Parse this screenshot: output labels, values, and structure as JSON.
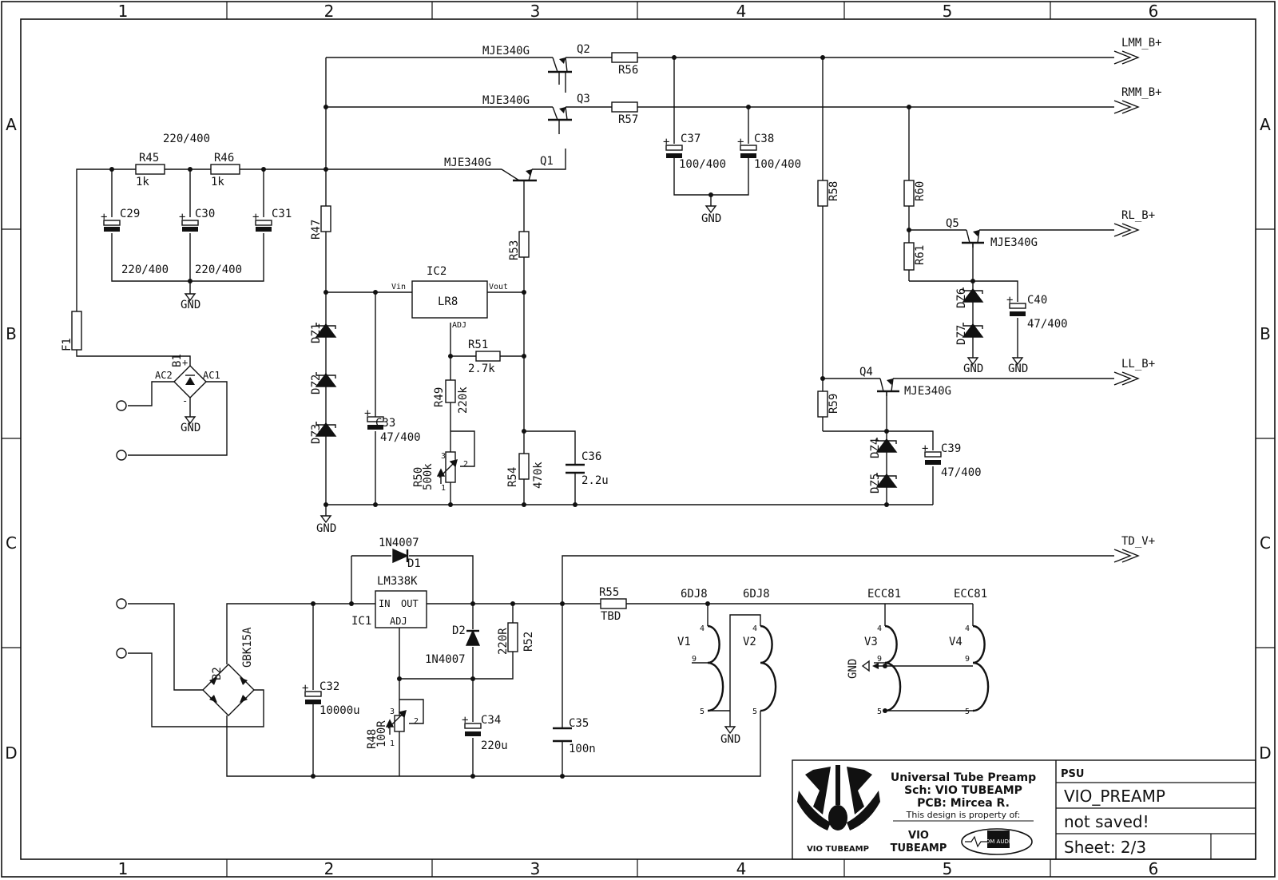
{
  "frame": {
    "columns": [
      "1",
      "2",
      "3",
      "4",
      "5",
      "6"
    ],
    "rows": [
      "A",
      "B",
      "C",
      "D"
    ]
  },
  "parts": {
    "r45": {
      "ref": "R45",
      "val": "1k"
    },
    "r46": {
      "ref": "R46",
      "val": "1k"
    },
    "r47": {
      "ref": "R47"
    },
    "r49": {
      "ref": "R49",
      "val": "220k"
    },
    "r50": {
      "ref": "R50",
      "val": "500k"
    },
    "r51": {
      "ref": "R51",
      "val": "2.7k"
    },
    "r53": {
      "ref": "R53"
    },
    "r54": {
      "ref": "R54",
      "val": "470k"
    },
    "r56": {
      "ref": "R56"
    },
    "r57": {
      "ref": "R57"
    },
    "r58": {
      "ref": "R58"
    },
    "r59": {
      "ref": "R59"
    },
    "r60": {
      "ref": "R60"
    },
    "r61": {
      "ref": "R61"
    },
    "r52": {
      "ref": "R52",
      "val": "220R"
    },
    "r55": {
      "ref": "R55",
      "val": "TBD"
    },
    "r48": {
      "ref": "R48",
      "val": "100R"
    },
    "c29": {
      "ref": "C29",
      "val": "220/400"
    },
    "c30": {
      "ref": "C30",
      "val": "220/400"
    },
    "c31": {
      "ref": "C31",
      "val": "220/400"
    },
    "c33": {
      "ref": "C33",
      "val": "47/400"
    },
    "c36": {
      "ref": "C36",
      "val": "2.2u"
    },
    "c37": {
      "ref": "C37",
      "val": "100/400"
    },
    "c38": {
      "ref": "C38",
      "val": "100/400"
    },
    "c39": {
      "ref": "C39",
      "val": "47/400"
    },
    "c40": {
      "ref": "C40",
      "val": "47/400"
    },
    "c32": {
      "ref": "C32",
      "val": "10000u"
    },
    "c34": {
      "ref": "C34",
      "val": "220u"
    },
    "c35": {
      "ref": "C35",
      "val": "100n"
    },
    "q1": {
      "ref": "Q1",
      "val": "MJE340G"
    },
    "q2": {
      "ref": "Q2",
      "val": "MJE340G"
    },
    "q3": {
      "ref": "Q3",
      "val": "MJE340G"
    },
    "q4": {
      "ref": "Q4",
      "val": "MJE340G"
    },
    "q5": {
      "ref": "Q5",
      "val": "MJE340G"
    },
    "ic2": {
      "ref": "IC2",
      "val": "LR8",
      "vin": "Vin",
      "vout": "Vout",
      "adj": "ADJ"
    },
    "ic1": {
      "ref": "IC1",
      "val": "LM338K",
      "in": "IN",
      "out": "OUT",
      "adj": "ADJ"
    },
    "dz": [
      "DZ1",
      "DZ2",
      "DZ3",
      "DZ4",
      "DZ5",
      "DZ6",
      "DZ7"
    ],
    "d1": {
      "ref": "D1",
      "val": "1N4007"
    },
    "d2": {
      "ref": "D2",
      "val": "1N4007"
    },
    "b1": {
      "ref": "B1",
      "ac1": "AC1",
      "ac2": "AC2",
      "plus": "+",
      "minus": "-"
    },
    "b2": {
      "ref": "B2",
      "val": "GBK15A"
    },
    "f1": {
      "ref": "F1"
    },
    "gnd": "GND",
    "tubes": [
      {
        "ref": "V1",
        "type": "6DJ8"
      },
      {
        "ref": "V2",
        "type": "6DJ8"
      },
      {
        "ref": "V3",
        "type": "ECC81"
      },
      {
        "ref": "V4",
        "type": "ECC81"
      }
    ],
    "heater_pins": {
      "top": "4",
      "mid": "9",
      "bot": "5"
    },
    "pot_pins": {
      "p1": "1",
      "p2": "2",
      "p3": "3"
    }
  },
  "nets": {
    "lmm": "LMM_B+",
    "rmm": "RMM_B+",
    "rl": "RL_B+",
    "ll": "LL_B+",
    "td": "TD_V+"
  },
  "title_block": {
    "line1": "Universal Tube Preamp",
    "line2": "Sch: VIO TUBEAMP",
    "line3": "PCB: Mircea R.",
    "line4": "This design is property of:",
    "owner1": "VIO",
    "owner2": "TUBEAMP",
    "logo_text": "VIO TUBEAMP",
    "kom_text": "KOM AUDIO",
    "sheet_name_label": "PSU",
    "project": "VIO_PREAMP",
    "status": "not saved!",
    "sheet": "Sheet: 2/3"
  }
}
